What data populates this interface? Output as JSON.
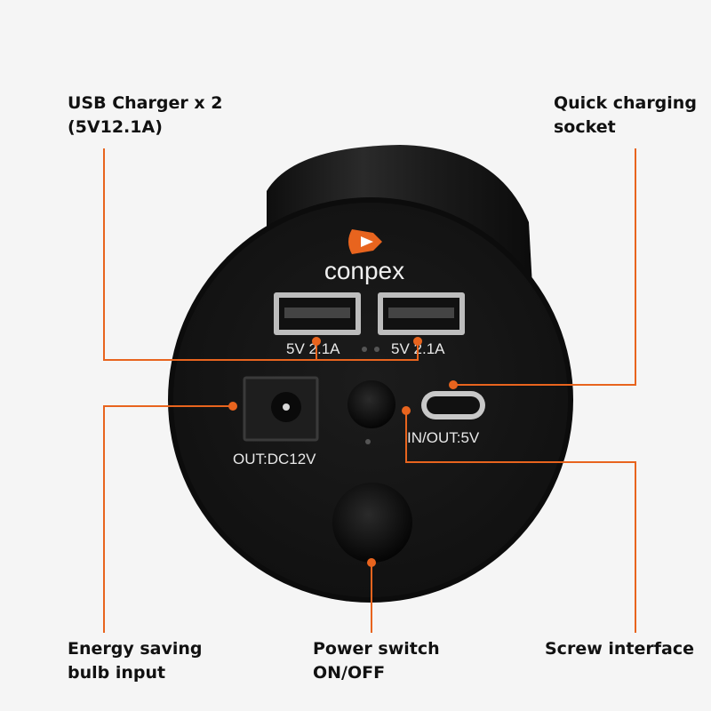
{
  "callouts": {
    "usb_charger": "USB Charger x 2\n(5V12.1A)",
    "quick_socket": "Quick charging\nsocket",
    "energy_bulb": "Energy saving\nbulb input",
    "power_switch": "Power switch\nON/OFF",
    "screw_interface": "Screw interface"
  },
  "device": {
    "brand": "conpex",
    "usb_left_label": "5V 2.1A",
    "usb_right_label": "5V 2.1A",
    "dc_label": "OUT:DC12V",
    "typec_label": "IN/OUT:5V"
  },
  "colors": {
    "accent": "#e8641e",
    "body": "#1a1a1a"
  }
}
